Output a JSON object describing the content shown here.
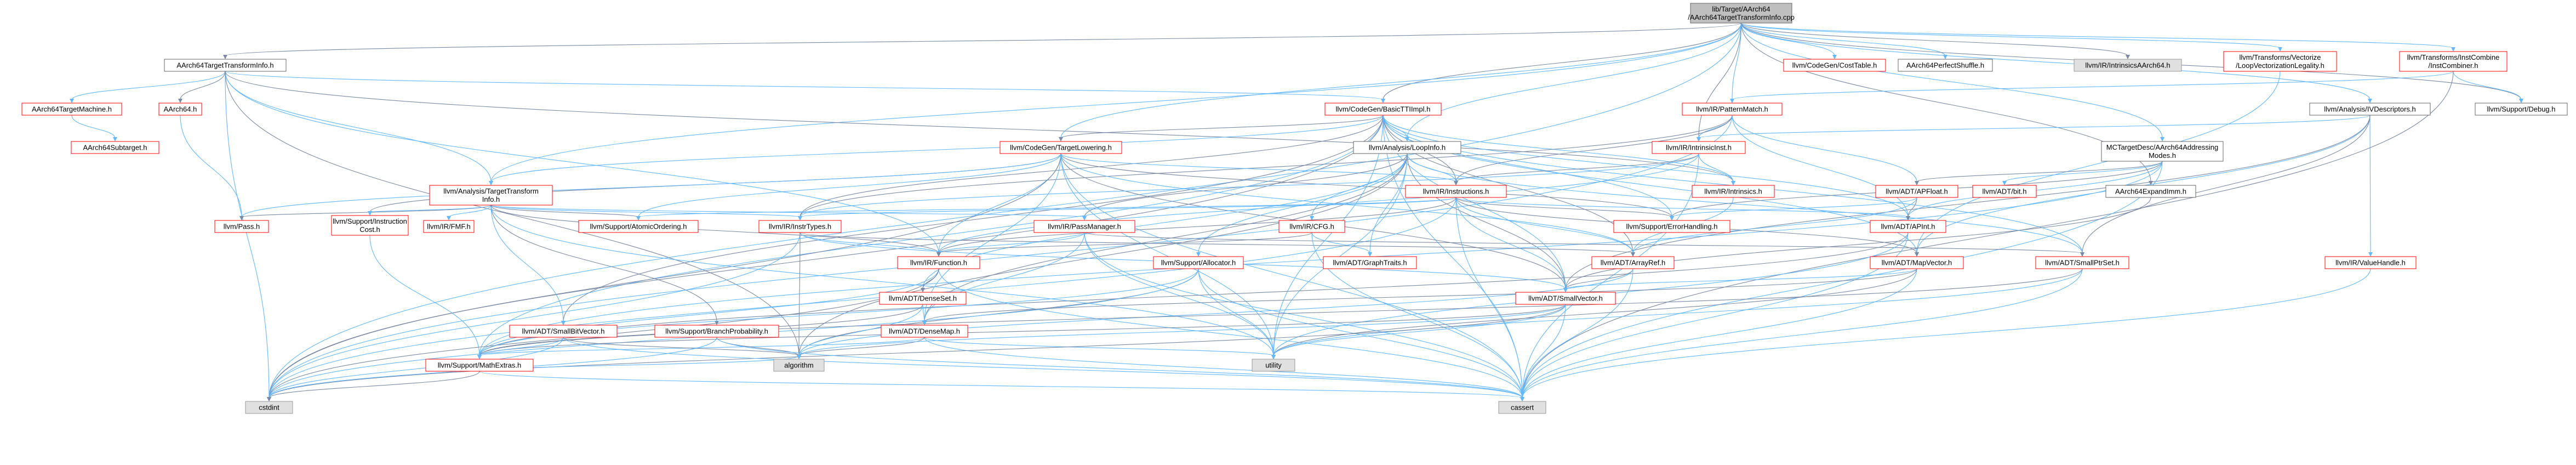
{
  "colors": {
    "root_fill": "#bfbfbf",
    "node_fill": "#ffffff",
    "red_border": "#ff0000",
    "black_border": "#666666",
    "gray_fill": "#e0e0e0",
    "edge": "#63b8ff",
    "edge_dark": "#7a8aa5"
  },
  "nodes": [
    {
      "id": "root",
      "lines": [
        "lib/Target/AArch64",
        "/AArch64TargetTransformInfo.cpp"
      ],
      "style": "root"
    },
    {
      "id": "tti_h",
      "lines": [
        "AArch64TargetTransformInfo.h"
      ],
      "style": "black"
    },
    {
      "id": "codegen_costtable",
      "lines": [
        "llvm/CodeGen/CostTable.h"
      ],
      "style": "red"
    },
    {
      "id": "perfect_shuffle",
      "lines": [
        "AArch64PerfectShuffle.h"
      ],
      "style": "black"
    },
    {
      "id": "intrinsics_aarch64",
      "lines": [
        "llvm/IR/IntrinsicsAArch64.h"
      ],
      "style": "gray"
    },
    {
      "id": "lvl",
      "lines": [
        "llvm/Transforms/Vectorize",
        "/LoopVectorizationLegality.h"
      ],
      "style": "red"
    },
    {
      "id": "instcombiner",
      "lines": [
        "llvm/Transforms/InstCombine",
        "/InstCombiner.h"
      ],
      "style": "red"
    },
    {
      "id": "target_machine",
      "lines": [
        "AArch64TargetMachine.h"
      ],
      "style": "red"
    },
    {
      "id": "aarch64_h",
      "lines": [
        "AArch64.h"
      ],
      "style": "red"
    },
    {
      "id": "basic_tti",
      "lines": [
        "llvm/CodeGen/BasicTTIImpl.h"
      ],
      "style": "red"
    },
    {
      "id": "patternmatch",
      "lines": [
        "llvm/IR/PatternMatch.h"
      ],
      "style": "red"
    },
    {
      "id": "ivdesc",
      "lines": [
        "llvm/Analysis/IVDescriptors.h"
      ],
      "style": "black"
    },
    {
      "id": "debug_h",
      "lines": [
        "llvm/Support/Debug.h"
      ],
      "style": "black"
    },
    {
      "id": "subtarget",
      "lines": [
        "AArch64Subtarget.h"
      ],
      "style": "red"
    },
    {
      "id": "target_lowering",
      "lines": [
        "llvm/CodeGen/TargetLowering.h"
      ],
      "style": "red"
    },
    {
      "id": "loopinfo",
      "lines": [
        "llvm/Analysis/LoopInfo.h"
      ],
      "style": "black"
    },
    {
      "id": "intrinsicinst",
      "lines": [
        "llvm/IR/IntrinsicInst.h"
      ],
      "style": "red"
    },
    {
      "id": "mc_addressing",
      "lines": [
        "MCTargetDesc/AArch64Addressing",
        "Modes.h"
      ],
      "style": "black"
    },
    {
      "id": "analysis_tti",
      "lines": [
        "llvm/Analysis/TargetTransform",
        "Info.h"
      ],
      "style": "red"
    },
    {
      "id": "instructions",
      "lines": [
        "llvm/IR/Instructions.h"
      ],
      "style": "red"
    },
    {
      "id": "intrinsics",
      "lines": [
        "llvm/IR/Intrinsics.h"
      ],
      "style": "red"
    },
    {
      "id": "apfloat",
      "lines": [
        "llvm/ADT/APFloat.h"
      ],
      "style": "red"
    },
    {
      "id": "adt_bit",
      "lines": [
        "llvm/ADT/bit.h"
      ],
      "style": "red"
    },
    {
      "id": "expand_imm",
      "lines": [
        "AArch64ExpandImm.h"
      ],
      "style": "black"
    },
    {
      "id": "pass_h",
      "lines": [
        "llvm/Pass.h"
      ],
      "style": "red"
    },
    {
      "id": "instr_cost",
      "lines": [
        "llvm/Support/Instruction",
        "Cost.h"
      ],
      "style": "red"
    },
    {
      "id": "fmf",
      "lines": [
        "llvm/IR/FMF.h"
      ],
      "style": "red"
    },
    {
      "id": "atomic_ordering",
      "lines": [
        "llvm/Support/AtomicOrdering.h"
      ],
      "style": "red"
    },
    {
      "id": "insttypes",
      "lines": [
        "llvm/IR/InstrTypes.h"
      ],
      "style": "red"
    },
    {
      "id": "passmanager",
      "lines": [
        "llvm/IR/PassManager.h"
      ],
      "style": "red"
    },
    {
      "id": "cfg",
      "lines": [
        "llvm/IR/CFG.h"
      ],
      "style": "red"
    },
    {
      "id": "error_handling",
      "lines": [
        "llvm/Support/ErrorHandling.h"
      ],
      "style": "red"
    },
    {
      "id": "apint",
      "lines": [
        "llvm/ADT/APInt.h"
      ],
      "style": "red"
    },
    {
      "id": "function",
      "lines": [
        "llvm/IR/Function.h"
      ],
      "style": "red"
    },
    {
      "id": "allocator",
      "lines": [
        "llvm/Support/Allocator.h"
      ],
      "style": "red"
    },
    {
      "id": "graph_traits",
      "lines": [
        "llvm/ADT/GraphTraits.h"
      ],
      "style": "red"
    },
    {
      "id": "arrayref",
      "lines": [
        "llvm/ADT/ArrayRef.h"
      ],
      "style": "red"
    },
    {
      "id": "mapvector",
      "lines": [
        "llvm/ADT/MapVector.h"
      ],
      "style": "red"
    },
    {
      "id": "smallptrset",
      "lines": [
        "llvm/ADT/SmallPtrSet.h"
      ],
      "style": "red"
    },
    {
      "id": "valuehandle",
      "lines": [
        "llvm/IR/ValueHandle.h"
      ],
      "style": "red"
    },
    {
      "id": "densemap",
      "lines": [
        "llvm/ADT/DenseMap.h"
      ],
      "style": "red"
    },
    {
      "id": "smallvector",
      "lines": [
        "llvm/ADT/SmallVector.h"
      ],
      "style": "red"
    },
    {
      "id": "smallbitvector",
      "lines": [
        "llvm/ADT/SmallBitVector.h"
      ],
      "style": "red"
    },
    {
      "id": "branch_prob",
      "lines": [
        "llvm/Support/BranchProbability.h"
      ],
      "style": "red"
    },
    {
      "id": "denseset",
      "lines": [
        "llvm/ADT/DenseSet.h"
      ],
      "style": "red"
    },
    {
      "id": "mathextras",
      "lines": [
        "llvm/Support/MathExtras.h"
      ],
      "style": "red"
    },
    {
      "id": "algorithm",
      "lines": [
        "algorithm"
      ],
      "style": "gray"
    },
    {
      "id": "utility",
      "lines": [
        "utility"
      ],
      "style": "gray"
    },
    {
      "id": "cstdint",
      "lines": [
        "cstdint"
      ],
      "style": "gray"
    },
    {
      "id": "cassert",
      "lines": [
        "cassert"
      ],
      "style": "gray"
    }
  ]
}
